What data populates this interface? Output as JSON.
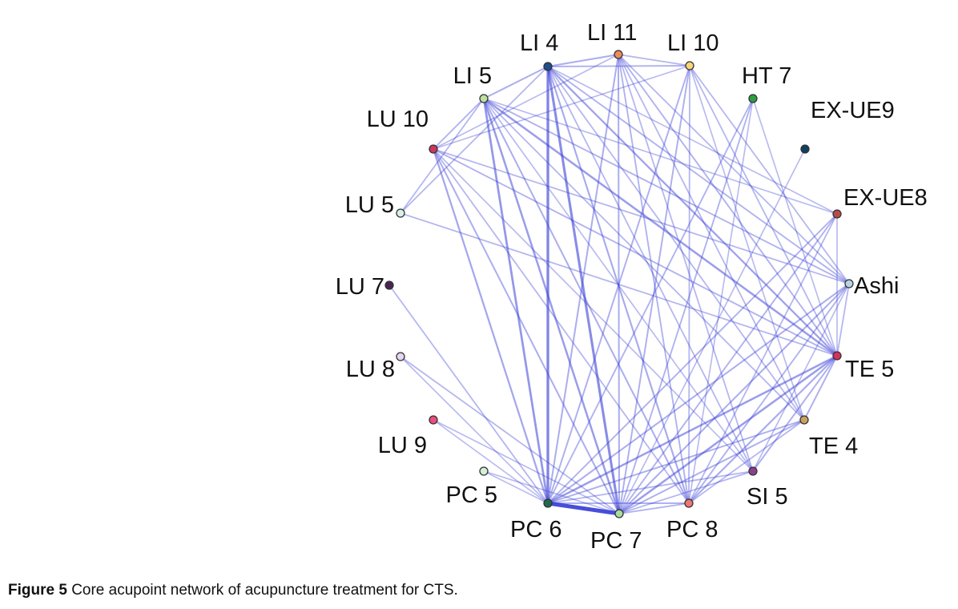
{
  "figure": {
    "number": "Figure 5",
    "caption": "Core acupoint network of acupuncture treatment for CTS."
  },
  "network": {
    "nodes": [
      {
        "id": "LI4",
        "label": "LI 4",
        "color": "#1f4e8c"
      },
      {
        "id": "LI11",
        "label": "LI 11",
        "color": "#f08a5d"
      },
      {
        "id": "LI10",
        "label": "LI 10",
        "color": "#f7d57a"
      },
      {
        "id": "HT7",
        "label": "HT 7",
        "color": "#2e9e3f"
      },
      {
        "id": "EXUE9",
        "label": "EX-UE9",
        "color": "#0f4063"
      },
      {
        "id": "EXUE8",
        "label": "EX-UE8",
        "color": "#b94a4a"
      },
      {
        "id": "Ashi",
        "label": "Ashi",
        "color": "#b7d3e8"
      },
      {
        "id": "TE5",
        "label": "TE 5",
        "color": "#d6305e"
      },
      {
        "id": "TE4",
        "label": "TE 4",
        "color": "#c9a25e"
      },
      {
        "id": "SI5",
        "label": "SI 5",
        "color": "#8a3f8f"
      },
      {
        "id": "PC8",
        "label": "PC 8",
        "color": "#ef7575"
      },
      {
        "id": "PC7",
        "label": "PC 7",
        "color": "#a9dba0"
      },
      {
        "id": "PC6",
        "label": "PC 6",
        "color": "#1f6b4f"
      },
      {
        "id": "PC5",
        "label": "PC 5",
        "color": "#d3f0d6"
      },
      {
        "id": "LU9",
        "label": "LU 9",
        "color": "#e94f7c"
      },
      {
        "id": "LU8",
        "label": "LU 8",
        "color": "#e6d6f0"
      },
      {
        "id": "LU7",
        "label": "LU 7",
        "color": "#4a2553"
      },
      {
        "id": "LU5",
        "label": "LU 5",
        "color": "#d8f0ea"
      },
      {
        "id": "LU10",
        "label": "LU 10",
        "color": "#c9385e"
      },
      {
        "id": "LI5",
        "label": "LI 5",
        "color": "#bfe0a0"
      }
    ],
    "edges": [
      {
        "source": "PC6",
        "target": "PC7",
        "weight": 1.0
      },
      {
        "source": "LI4",
        "target": "PC6",
        "weight": 0.55
      },
      {
        "source": "LI4",
        "target": "PC7",
        "weight": 0.5
      },
      {
        "source": "LI5",
        "target": "PC6",
        "weight": 0.4
      },
      {
        "source": "LI5",
        "target": "PC7",
        "weight": 0.35
      },
      {
        "source": "PC6",
        "target": "TE5",
        "weight": 0.35
      },
      {
        "source": "PC7",
        "target": "TE5",
        "weight": 0.35
      },
      {
        "source": "LI5",
        "target": "TE5",
        "weight": 0.35
      },
      {
        "source": "LI4",
        "target": "TE5",
        "weight": 0.3
      },
      {
        "source": "LU10",
        "target": "PC6",
        "weight": 0.28
      },
      {
        "source": "LU10",
        "target": "PC7",
        "weight": 0.22
      },
      {
        "source": "LI11",
        "target": "PC6",
        "weight": 0.22
      },
      {
        "source": "LI11",
        "target": "PC7",
        "weight": 0.22
      },
      {
        "source": "LI10",
        "target": "PC6",
        "weight": 0.2
      },
      {
        "source": "LI10",
        "target": "PC7",
        "weight": 0.2
      },
      {
        "source": "PC8",
        "target": "TE5",
        "weight": 0.25
      },
      {
        "source": "PC8",
        "target": "LI4",
        "weight": 0.25
      },
      {
        "source": "PC8",
        "target": "LI5",
        "weight": 0.22
      },
      {
        "source": "PC6",
        "target": "Ashi",
        "weight": 0.22
      },
      {
        "source": "PC7",
        "target": "Ashi",
        "weight": 0.22
      },
      {
        "source": "LI4",
        "target": "LI11",
        "weight": 0.22
      },
      {
        "source": "LI4",
        "target": "LI10",
        "weight": 0.18
      },
      {
        "source": "LI4",
        "target": "LI5",
        "weight": 0.22
      },
      {
        "source": "LI11",
        "target": "LI10",
        "weight": 0.15
      },
      {
        "source": "LI5",
        "target": "LU10",
        "weight": 0.18
      },
      {
        "source": "LI4",
        "target": "LU5",
        "weight": 0.15
      },
      {
        "source": "LI5",
        "target": "LU5",
        "weight": 0.15
      },
      {
        "source": "LU5",
        "target": "TE5",
        "weight": 0.15
      },
      {
        "source": "LU10",
        "target": "TE5",
        "weight": 0.18
      },
      {
        "source": "LU10",
        "target": "Ashi",
        "weight": 0.15
      },
      {
        "source": "LI5",
        "target": "Ashi",
        "weight": 0.18
      },
      {
        "source": "LI4",
        "target": "Ashi",
        "weight": 0.18
      },
      {
        "source": "LI11",
        "target": "TE5",
        "weight": 0.18
      },
      {
        "source": "LI10",
        "target": "TE5",
        "weight": 0.15
      },
      {
        "source": "LI11",
        "target": "PC8",
        "weight": 0.18
      },
      {
        "source": "LI10",
        "target": "PC8",
        "weight": 0.15
      },
      {
        "source": "LI11",
        "target": "SI5",
        "weight": 0.15
      },
      {
        "source": "LI11",
        "target": "TE4",
        "weight": 0.15
      },
      {
        "source": "LI10",
        "target": "TE4",
        "weight": 0.12
      },
      {
        "source": "LI10",
        "target": "Ashi",
        "weight": 0.15
      },
      {
        "source": "LI4",
        "target": "SI5",
        "weight": 0.15
      },
      {
        "source": "LI4",
        "target": "TE4",
        "weight": 0.15
      },
      {
        "source": "LI5",
        "target": "TE4",
        "weight": 0.15
      },
      {
        "source": "LI5",
        "target": "SI5",
        "weight": 0.12
      },
      {
        "source": "LU10",
        "target": "PC8",
        "weight": 0.15
      },
      {
        "source": "LU10",
        "target": "SI5",
        "weight": 0.12
      },
      {
        "source": "HT7",
        "target": "PC6",
        "weight": 0.18
      },
      {
        "source": "HT7",
        "target": "PC7",
        "weight": 0.18
      },
      {
        "source": "HT7",
        "target": "PC8",
        "weight": 0.12
      },
      {
        "source": "EXUE9",
        "target": "PC7",
        "weight": 0.12
      },
      {
        "source": "EXUE8",
        "target": "PC6",
        "weight": 0.18
      },
      {
        "source": "EXUE8",
        "target": "PC7",
        "weight": 0.18
      },
      {
        "source": "EXUE8",
        "target": "PC8",
        "weight": 0.15
      },
      {
        "source": "EXUE8",
        "target": "TE5",
        "weight": 0.12
      },
      {
        "source": "EXUE8",
        "target": "LI4",
        "weight": 0.12
      },
      {
        "source": "EXUE8",
        "target": "LI5",
        "weight": 0.12
      },
      {
        "source": "Ashi",
        "target": "PC8",
        "weight": 0.18
      },
      {
        "source": "Ashi",
        "target": "TE5",
        "weight": 0.15
      },
      {
        "source": "Ashi",
        "target": "LI11",
        "weight": 0.15
      },
      {
        "source": "TE5",
        "target": "TE4",
        "weight": 0.2
      },
      {
        "source": "TE5",
        "target": "SI5",
        "weight": 0.2
      },
      {
        "source": "TE4",
        "target": "PC6",
        "weight": 0.2
      },
      {
        "source": "TE4",
        "target": "PC7",
        "weight": 0.2
      },
      {
        "source": "TE4",
        "target": "PC8",
        "weight": 0.15
      },
      {
        "source": "SI5",
        "target": "PC6",
        "weight": 0.15
      },
      {
        "source": "SI5",
        "target": "PC7",
        "weight": 0.15
      },
      {
        "source": "LU7",
        "target": "PC6",
        "weight": 0.15
      },
      {
        "source": "LU8",
        "target": "PC7",
        "weight": 0.15
      },
      {
        "source": "LU8",
        "target": "PC6",
        "weight": 0.12
      },
      {
        "source": "LU9",
        "target": "PC7",
        "weight": 0.12
      },
      {
        "source": "LU9",
        "target": "PC6",
        "weight": 0.12
      },
      {
        "source": "PC5",
        "target": "PC6",
        "weight": 0.12
      },
      {
        "source": "PC5",
        "target": "PC7",
        "weight": 0.12
      },
      {
        "source": "PC6",
        "target": "PC8",
        "weight": 0.18
      },
      {
        "source": "PC7",
        "target": "PC8",
        "weight": 0.18
      },
      {
        "source": "LI11",
        "target": "LU10",
        "weight": 0.12
      },
      {
        "source": "LI10",
        "target": "LU10",
        "weight": 0.12
      },
      {
        "source": "HT7",
        "target": "TE5",
        "weight": 0.12
      },
      {
        "source": "Ashi",
        "target": "SI5",
        "weight": 0.12
      }
    ],
    "style": {
      "edge_color": "#3a3fd6",
      "node_stroke": "#333333",
      "label_color": "#111111"
    }
  }
}
